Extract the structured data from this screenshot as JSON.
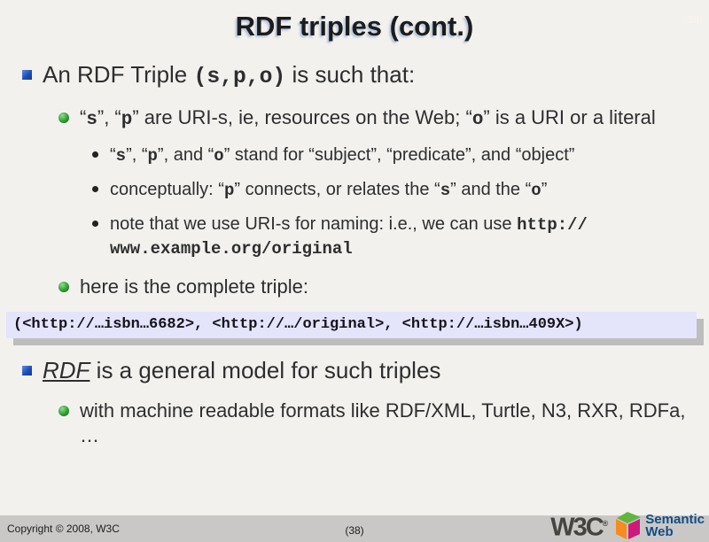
{
  "slide_number_corner": "(38)",
  "title": "RDF triples (cont.)",
  "content": {
    "top_items": [
      {
        "level": 1,
        "segments": [
          {
            "text": "An RDF Triple ",
            "style": "text"
          },
          {
            "text": "(s,p,o)",
            "style": "code"
          },
          {
            "text": " is such that:",
            "style": "text"
          }
        ]
      },
      {
        "level": 2,
        "segments": [
          {
            "text": "“",
            "style": "text"
          },
          {
            "text": "s",
            "style": "code"
          },
          {
            "text": "”, “",
            "style": "text"
          },
          {
            "text": "p",
            "style": "code"
          },
          {
            "text": "” are URI-s, ie, resources on the Web; “",
            "style": "text"
          },
          {
            "text": "o",
            "style": "code"
          },
          {
            "text": "” is a URI or a literal",
            "style": "text"
          }
        ]
      },
      {
        "level": 3,
        "segments": [
          {
            "text": "“",
            "style": "text"
          },
          {
            "text": "s",
            "style": "code"
          },
          {
            "text": "”, “",
            "style": "text"
          },
          {
            "text": "p",
            "style": "code"
          },
          {
            "text": "”, and “",
            "style": "text"
          },
          {
            "text": "o",
            "style": "code"
          },
          {
            "text": "” stand for “subject”, “predicate”, and “object”",
            "style": "text"
          }
        ]
      },
      {
        "level": 3,
        "segments": [
          {
            "text": "conceptually: “",
            "style": "text"
          },
          {
            "text": "p",
            "style": "code"
          },
          {
            "text": "” connects, or relates the “",
            "style": "text"
          },
          {
            "text": "s",
            "style": "code"
          },
          {
            "text": "” and the “",
            "style": "text"
          },
          {
            "text": "o",
            "style": "code"
          },
          {
            "text": "”",
            "style": "text"
          }
        ]
      },
      {
        "level": 3,
        "segments": [
          {
            "text": "note that we use URI-s for naming: i.e., we can use ",
            "style": "text"
          },
          {
            "text": "http://",
            "style": "code",
            "br": true
          },
          {
            "text": "www.example.org/original",
            "style": "code"
          }
        ]
      },
      {
        "level": 2,
        "segments": [
          {
            "text": "here is the complete triple:",
            "style": "text"
          }
        ]
      }
    ],
    "bottom_items": [
      {
        "level": 1,
        "segments": [
          {
            "text": "RDF",
            "style": "em-underline"
          },
          {
            "text": " is a general model for such triples",
            "style": "text"
          }
        ]
      },
      {
        "level": 2,
        "segments": [
          {
            "text": "with machine readable formats like RDF/XML, Turtle, N3, RXR, RDFa, …",
            "style": "text"
          }
        ]
      }
    ]
  },
  "code_box": {
    "text": "(<http://…isbn…6682>, <http://…/original>, <http://…isbn…409X>)"
  },
  "footer": {
    "copyright": "Copyright © 2008, W3C",
    "page_number": "(38)",
    "logo": {
      "brand": "W3C",
      "reg": "®",
      "line1": "Semantic",
      "line2": "Web"
    }
  },
  "colors": {
    "background": "#f2f1ee",
    "text": "#2e2e2e",
    "bullet_level1_blue": "#1e4db7",
    "bullet_level2_green": "#2f9e2f",
    "bullet_level3_black": "#222222",
    "code_box_bg": "#e4e4fb",
    "code_box_shadow": "#bdbdbd",
    "footer_bg": "#c9c8c6",
    "logo_green": "#62b53e",
    "logo_orange": "#f68b1f",
    "logo_magenta": "#cf1a7c",
    "logo_navy": "#134c85"
  }
}
